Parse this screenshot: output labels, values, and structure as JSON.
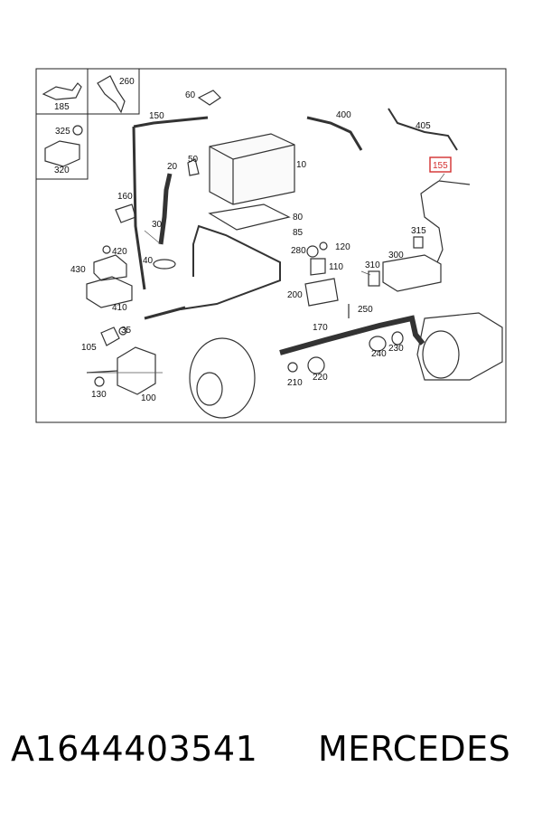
{
  "diagram": {
    "highlight_color": "#d32f2f",
    "labels": [
      "185",
      "260",
      "60",
      "325",
      "320",
      "150",
      "400",
      "405",
      "155",
      "20",
      "50",
      "10",
      "160",
      "30",
      "80",
      "280",
      "85",
      "120",
      "315",
      "420",
      "300",
      "430",
      "40",
      "110",
      "310",
      "200",
      "410",
      "250",
      "35",
      "170",
      "105",
      "230",
      "240",
      "210",
      "220",
      "130",
      "100"
    ],
    "highlighted": "155"
  },
  "caption": {
    "part_number": "A1644403541",
    "brand": "MERCEDES"
  }
}
